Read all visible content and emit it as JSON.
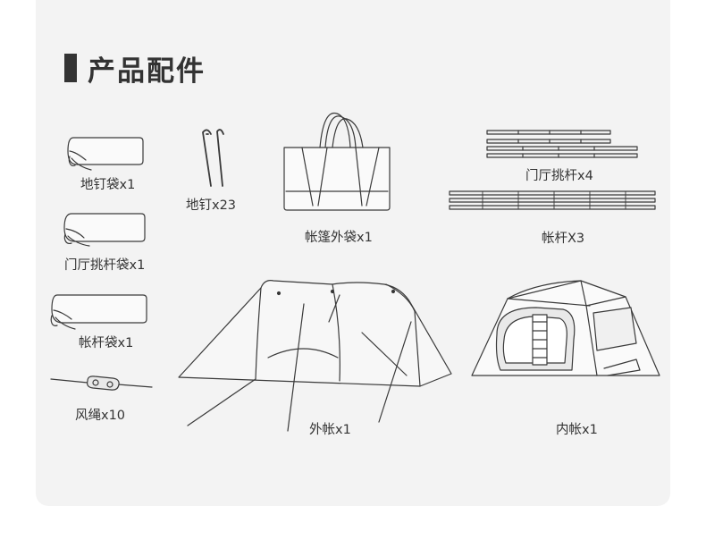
{
  "section": {
    "title": "产品配件"
  },
  "items": {
    "stake_bag": "地钉袋x1",
    "stakes": "地钉x23",
    "carry_bag": "帐篷外袋x1",
    "door_pole_bag": "门厅挑杆袋x1",
    "pole_bag": "帐杆袋x1",
    "guy_rope": "风绳x10",
    "door_poles": "门厅挑杆x4",
    "tent_poles": "帐杆X3",
    "outer_tent": "外帐x1",
    "inner_tent": "内帐x1"
  },
  "icons": [
    "stake-bag-icon",
    "stakes-icon",
    "carry-bag-icon",
    "door-pole-bag-icon",
    "pole-bag-icon",
    "guy-rope-icon",
    "door-poles-icon",
    "tent-poles-icon",
    "outer-tent-icon",
    "inner-tent-icon"
  ]
}
